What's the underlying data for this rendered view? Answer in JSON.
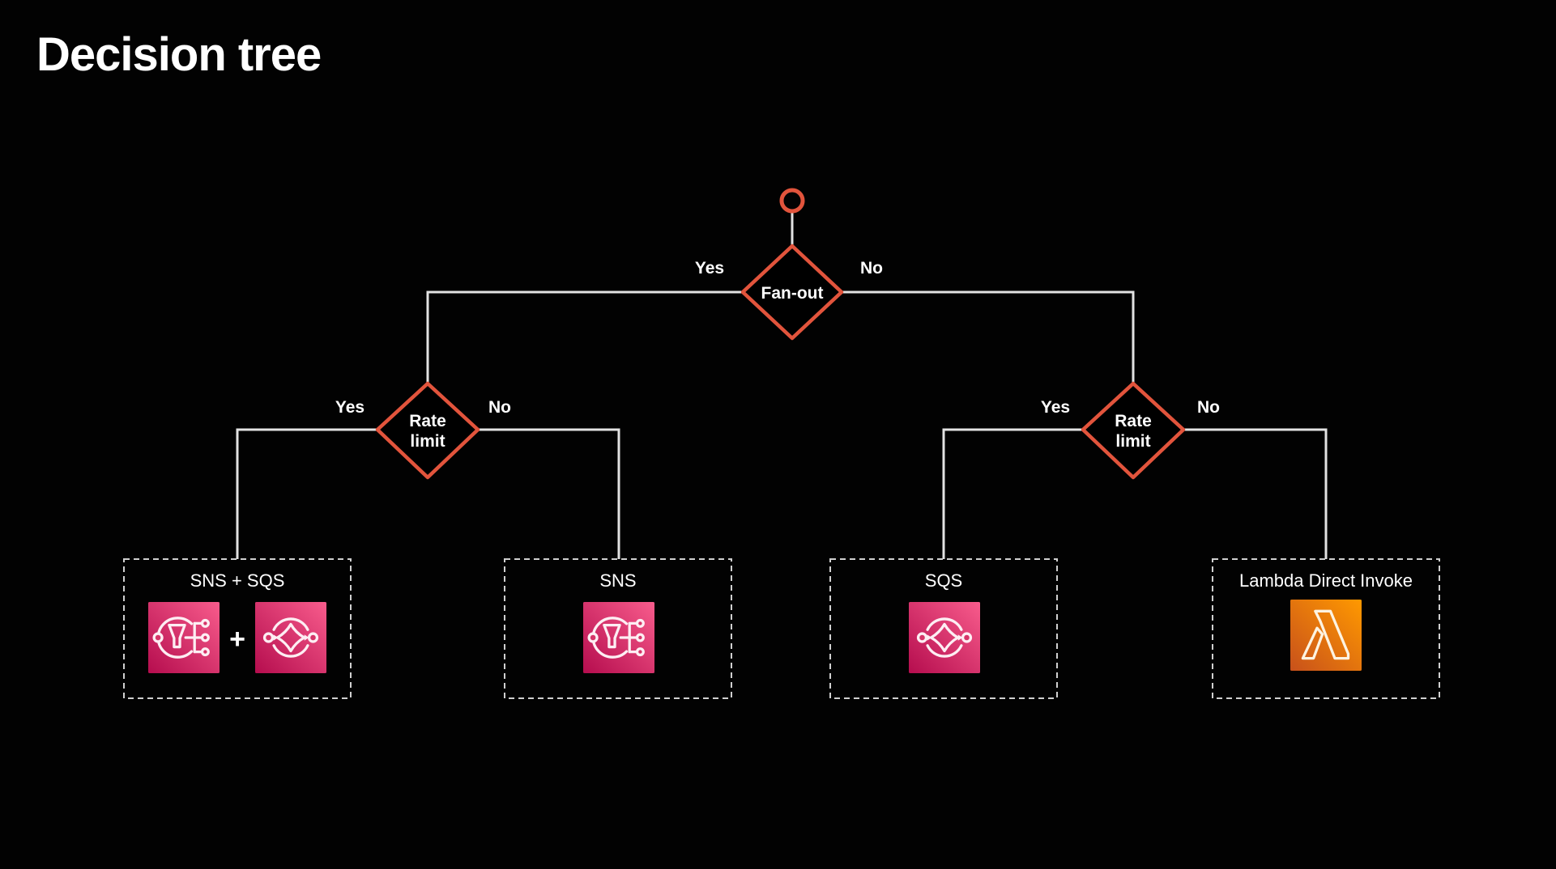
{
  "slide_title": "Decision tree",
  "tree": {
    "decisions": {
      "fanout": {
        "label": "Fan-out",
        "yes_label": "Yes",
        "no_label": "No"
      },
      "rate_limit_left": {
        "label_line1": "Rate",
        "label_line2": "limit",
        "yes_label": "Yes",
        "no_label": "No"
      },
      "rate_limit_right": {
        "label_line1": "Rate",
        "label_line2": "limit",
        "yes_label": "Yes",
        "no_label": "No"
      }
    },
    "leaves": [
      {
        "label": "SNS + SQS",
        "icons": [
          "sns-icon",
          "sqs-icon"
        ],
        "separator": "+"
      },
      {
        "label": "SNS",
        "icons": [
          "sns-icon"
        ]
      },
      {
        "label": "SQS",
        "icons": [
          "sqs-icon"
        ]
      },
      {
        "label": "Lambda Direct Invoke",
        "icons": [
          "lambda-icon"
        ]
      }
    ]
  },
  "colors": {
    "background": "#000000",
    "decision_outline": "#e2543c",
    "connector": "#e2e2e2",
    "leaf_box_border": "#d0d0d0",
    "text": "#ffffff",
    "sns_sqs_gradient_start": "#b50d4e",
    "sns_sqs_gradient_end": "#f85c8c",
    "lambda_gradient_start": "#c8511b",
    "lambda_gradient_end": "#ff9900"
  }
}
